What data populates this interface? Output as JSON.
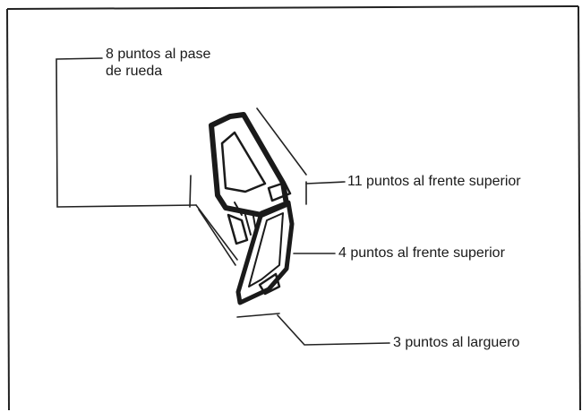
{
  "diagram": {
    "labels": {
      "wheel_arch": [
        "8 puntos al pase",
        "de rueda"
      ],
      "upper_front_11": "11 puntos al frente superior",
      "upper_front_4": "4 puntos al frente superior",
      "rail": "3 puntos al larguero"
    }
  }
}
